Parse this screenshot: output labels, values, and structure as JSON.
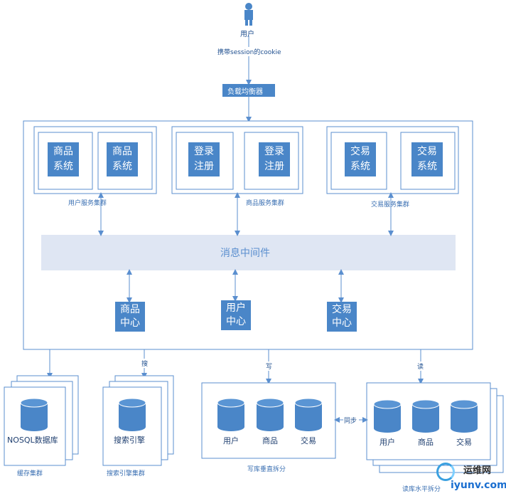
{
  "top": {
    "user_label": "用户",
    "cookie_label": "携带session的cookie",
    "load_balancer": "负载均衡器"
  },
  "clusters": [
    {
      "boxes": [
        "商品\n系统",
        "商品\n系统"
      ],
      "label": "用户服务集群"
    },
    {
      "boxes": [
        "登录\n注册",
        "登录\n注册"
      ],
      "label": "商品服务集群"
    },
    {
      "boxes": [
        "交易\n系统",
        "交易\n系统"
      ],
      "label": "交易服务集群"
    }
  ],
  "message_bus": "消息中间件",
  "centers": [
    "商品\n中心",
    "用户\n中心",
    "交易\n中心"
  ],
  "edge_labels": {
    "search": "搜",
    "write": "写",
    "read": "读",
    "sync": "同步"
  },
  "bottom": {
    "nosql": {
      "title": "NOSQL数据库",
      "caption": "缓存集群"
    },
    "search": {
      "title": "搜索引擎",
      "caption": "搜索引擎集群"
    },
    "write_db": {
      "items": [
        "用户",
        "商品",
        "交易"
      ],
      "caption": "写库垂直拆分"
    },
    "read_db": {
      "items": [
        "用户",
        "商品",
        "交易"
      ],
      "caption": "读库水平拆分"
    }
  },
  "watermark": {
    "brand": "运维网",
    "url": "iyunv.com"
  },
  "colors": {
    "accent": "#4a86c8",
    "line": "#5b8fcf",
    "bus": "#dfe6f3"
  }
}
